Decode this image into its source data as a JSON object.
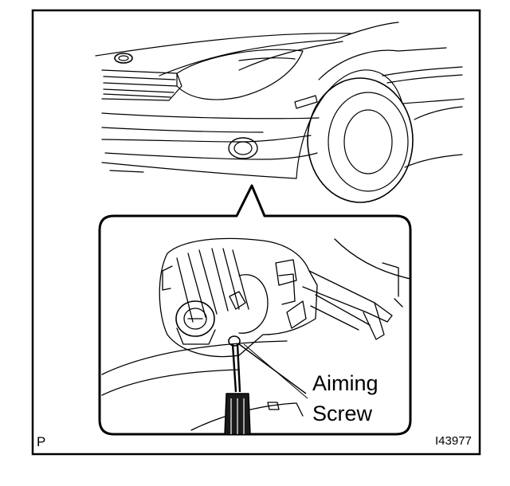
{
  "figure": {
    "callout_label_line1": "Aiming",
    "callout_label_line2": "Screw",
    "corner_letter": "P",
    "figure_id": "I43977"
  }
}
